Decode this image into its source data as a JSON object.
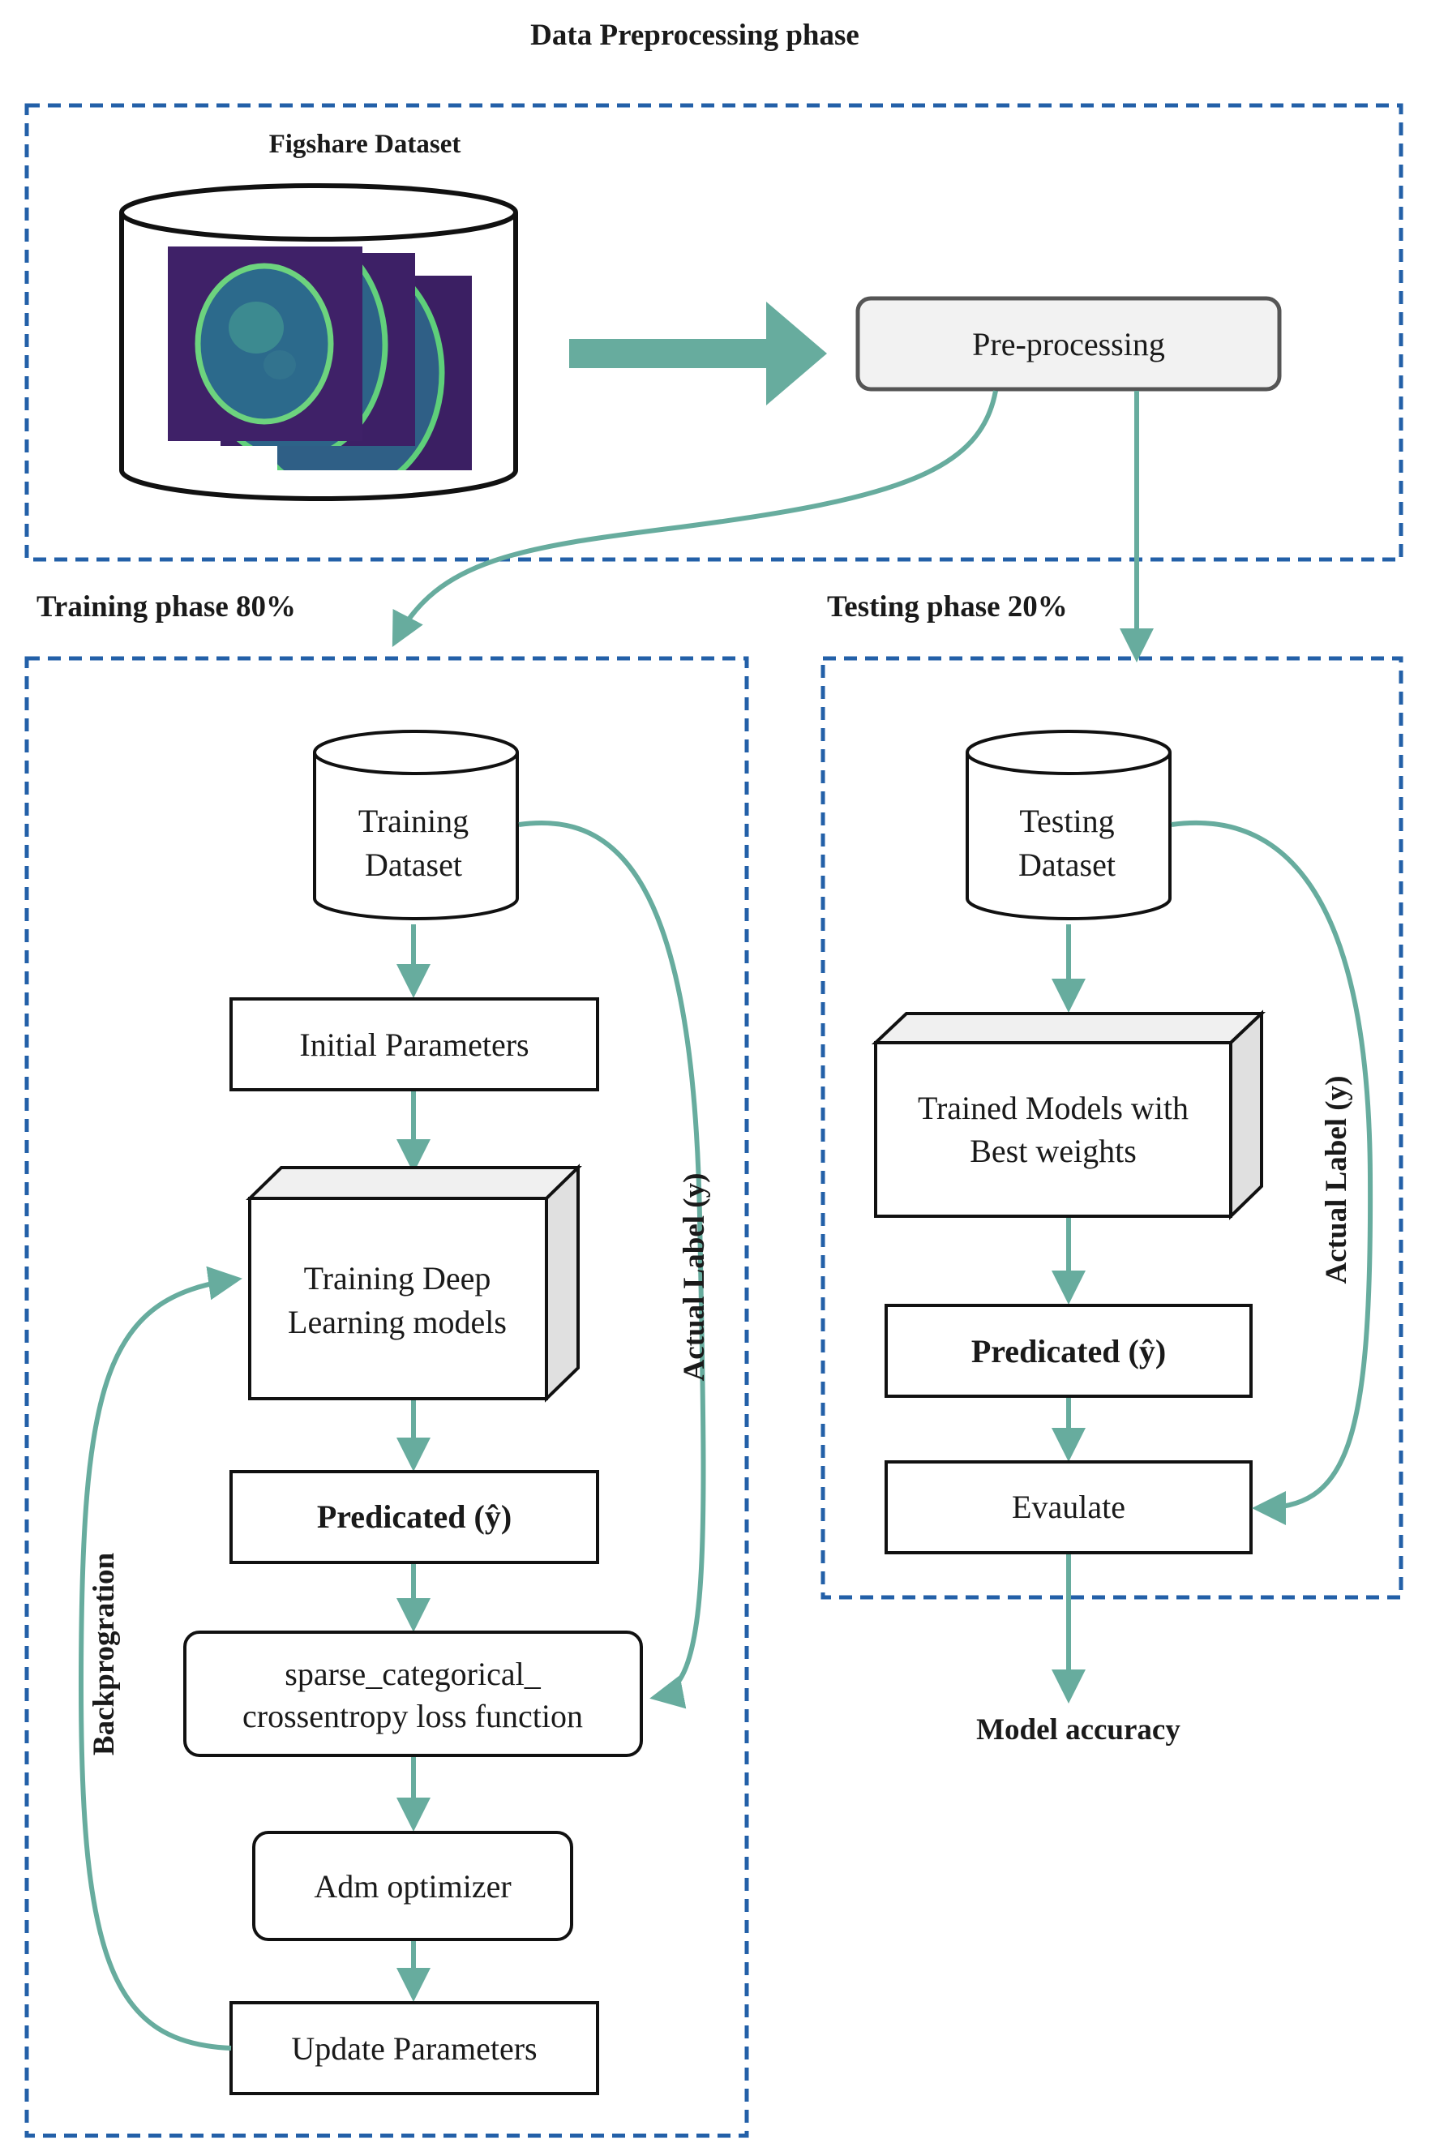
{
  "header": {
    "title": "Data Preprocessing phase"
  },
  "preprocess": {
    "dataset_label": "Figshare Dataset",
    "step_label": "Pre-processing"
  },
  "training": {
    "phase_label": "Training phase 80%",
    "dataset_line1": "Training",
    "dataset_line2": "Dataset",
    "initial_params": "Initial Parameters",
    "model_line1": "Training Deep",
    "model_line2": "Learning models",
    "predicted": "Predicated (ŷ)",
    "loss_line1": "sparse_categorical_",
    "loss_line2": "crossentropy loss function",
    "optimizer": "Adm optimizer",
    "update_params": "Update Parameters",
    "actual_label": "Actual Label (y)",
    "backprop_label": "Backprogration"
  },
  "testing": {
    "phase_label": "Testing phase 20%",
    "dataset_line1": "Testing",
    "dataset_line2": "Dataset",
    "model_line1": "Trained Models with",
    "model_line2": "Best weights",
    "predicted": "Predicated (ŷ)",
    "evaluate": "Evaulate",
    "actual_label": "Actual Label (y)"
  },
  "output": {
    "label": "Model accuracy"
  },
  "colors": {
    "dashed_border": "#2360a8",
    "flow_arrow": "#67ac9e",
    "mri_background": "#3b1f63",
    "box_stroke": "#111111"
  }
}
